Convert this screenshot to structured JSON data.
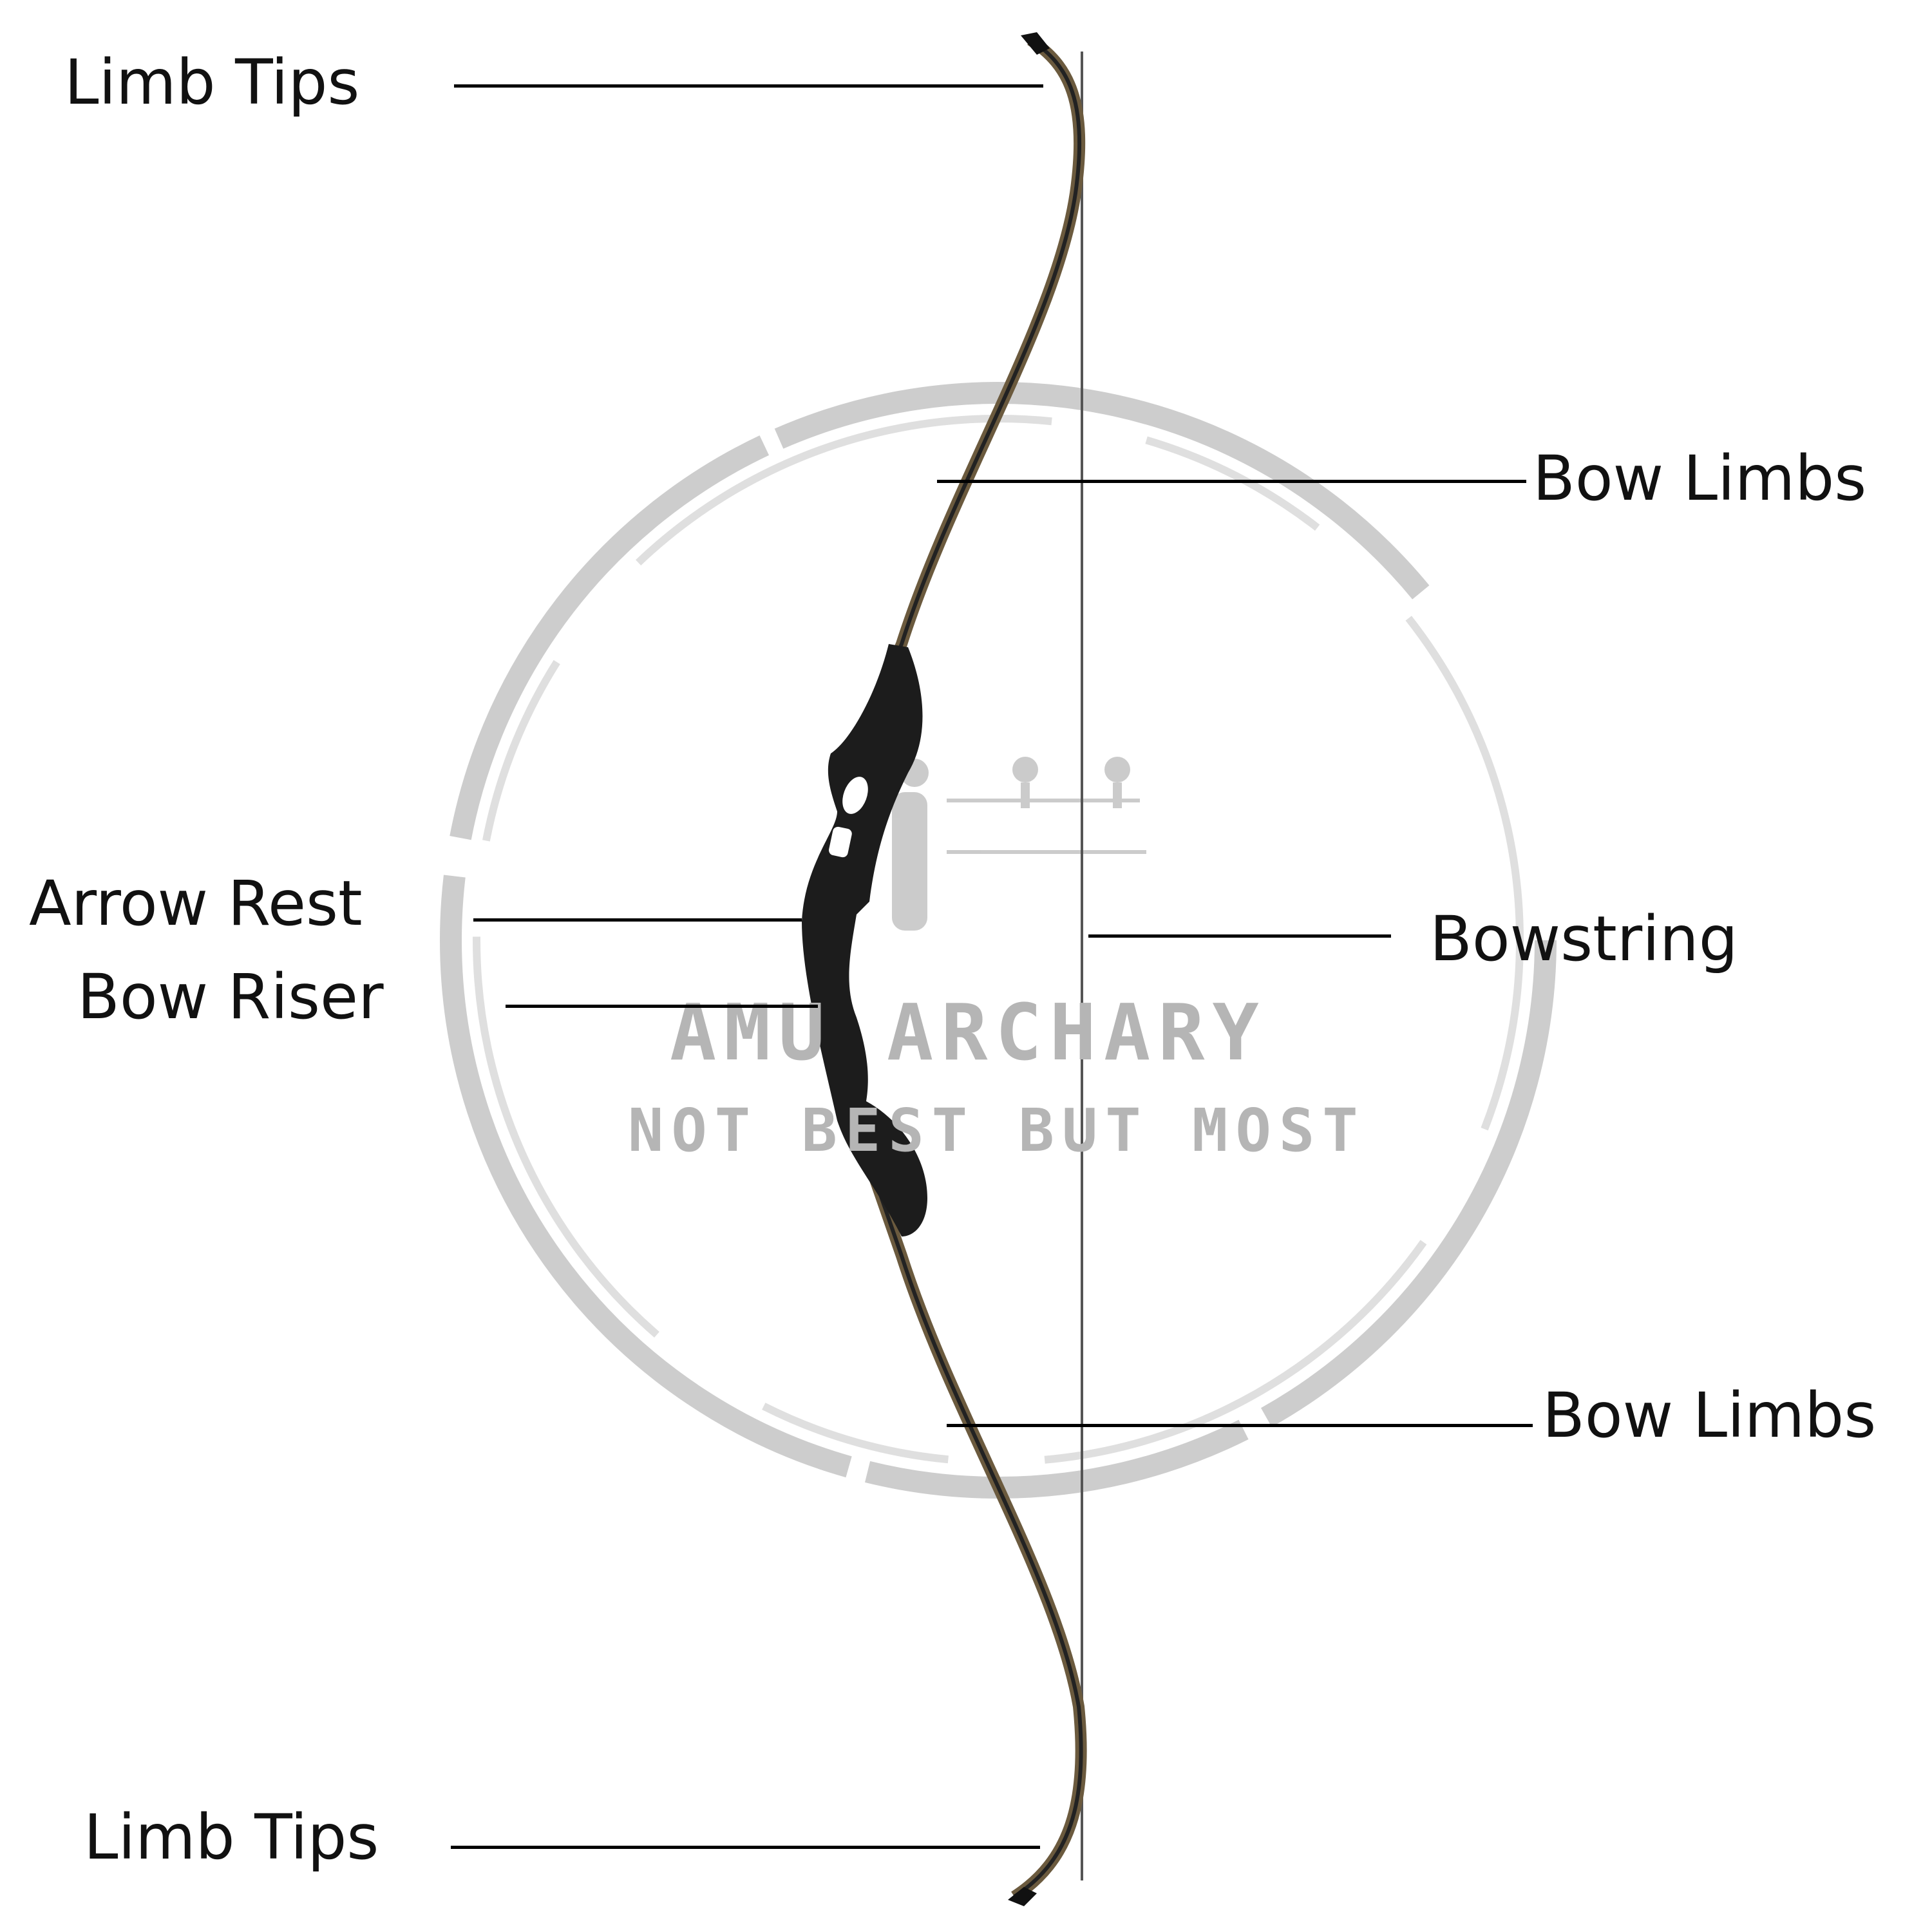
{
  "labels": {
    "limb_tips_top": "Limb Tips",
    "bow_limbs_top": "Bow Limbs",
    "arrow_rest": "Arrow Rest",
    "bow_riser": "Bow Riser",
    "bowstring": "Bowstring",
    "bow_limbs_bottom": "Bow Limbs",
    "limb_tips_bottom": "Limb Tips"
  },
  "watermark": {
    "brand": "AMU ARCHARY",
    "slogan": "NOT BEST BUT MOST"
  },
  "colors": {
    "watermark": "#b5b5b5",
    "riser": "#1c1c1c",
    "limb": "#6b5a3e"
  }
}
